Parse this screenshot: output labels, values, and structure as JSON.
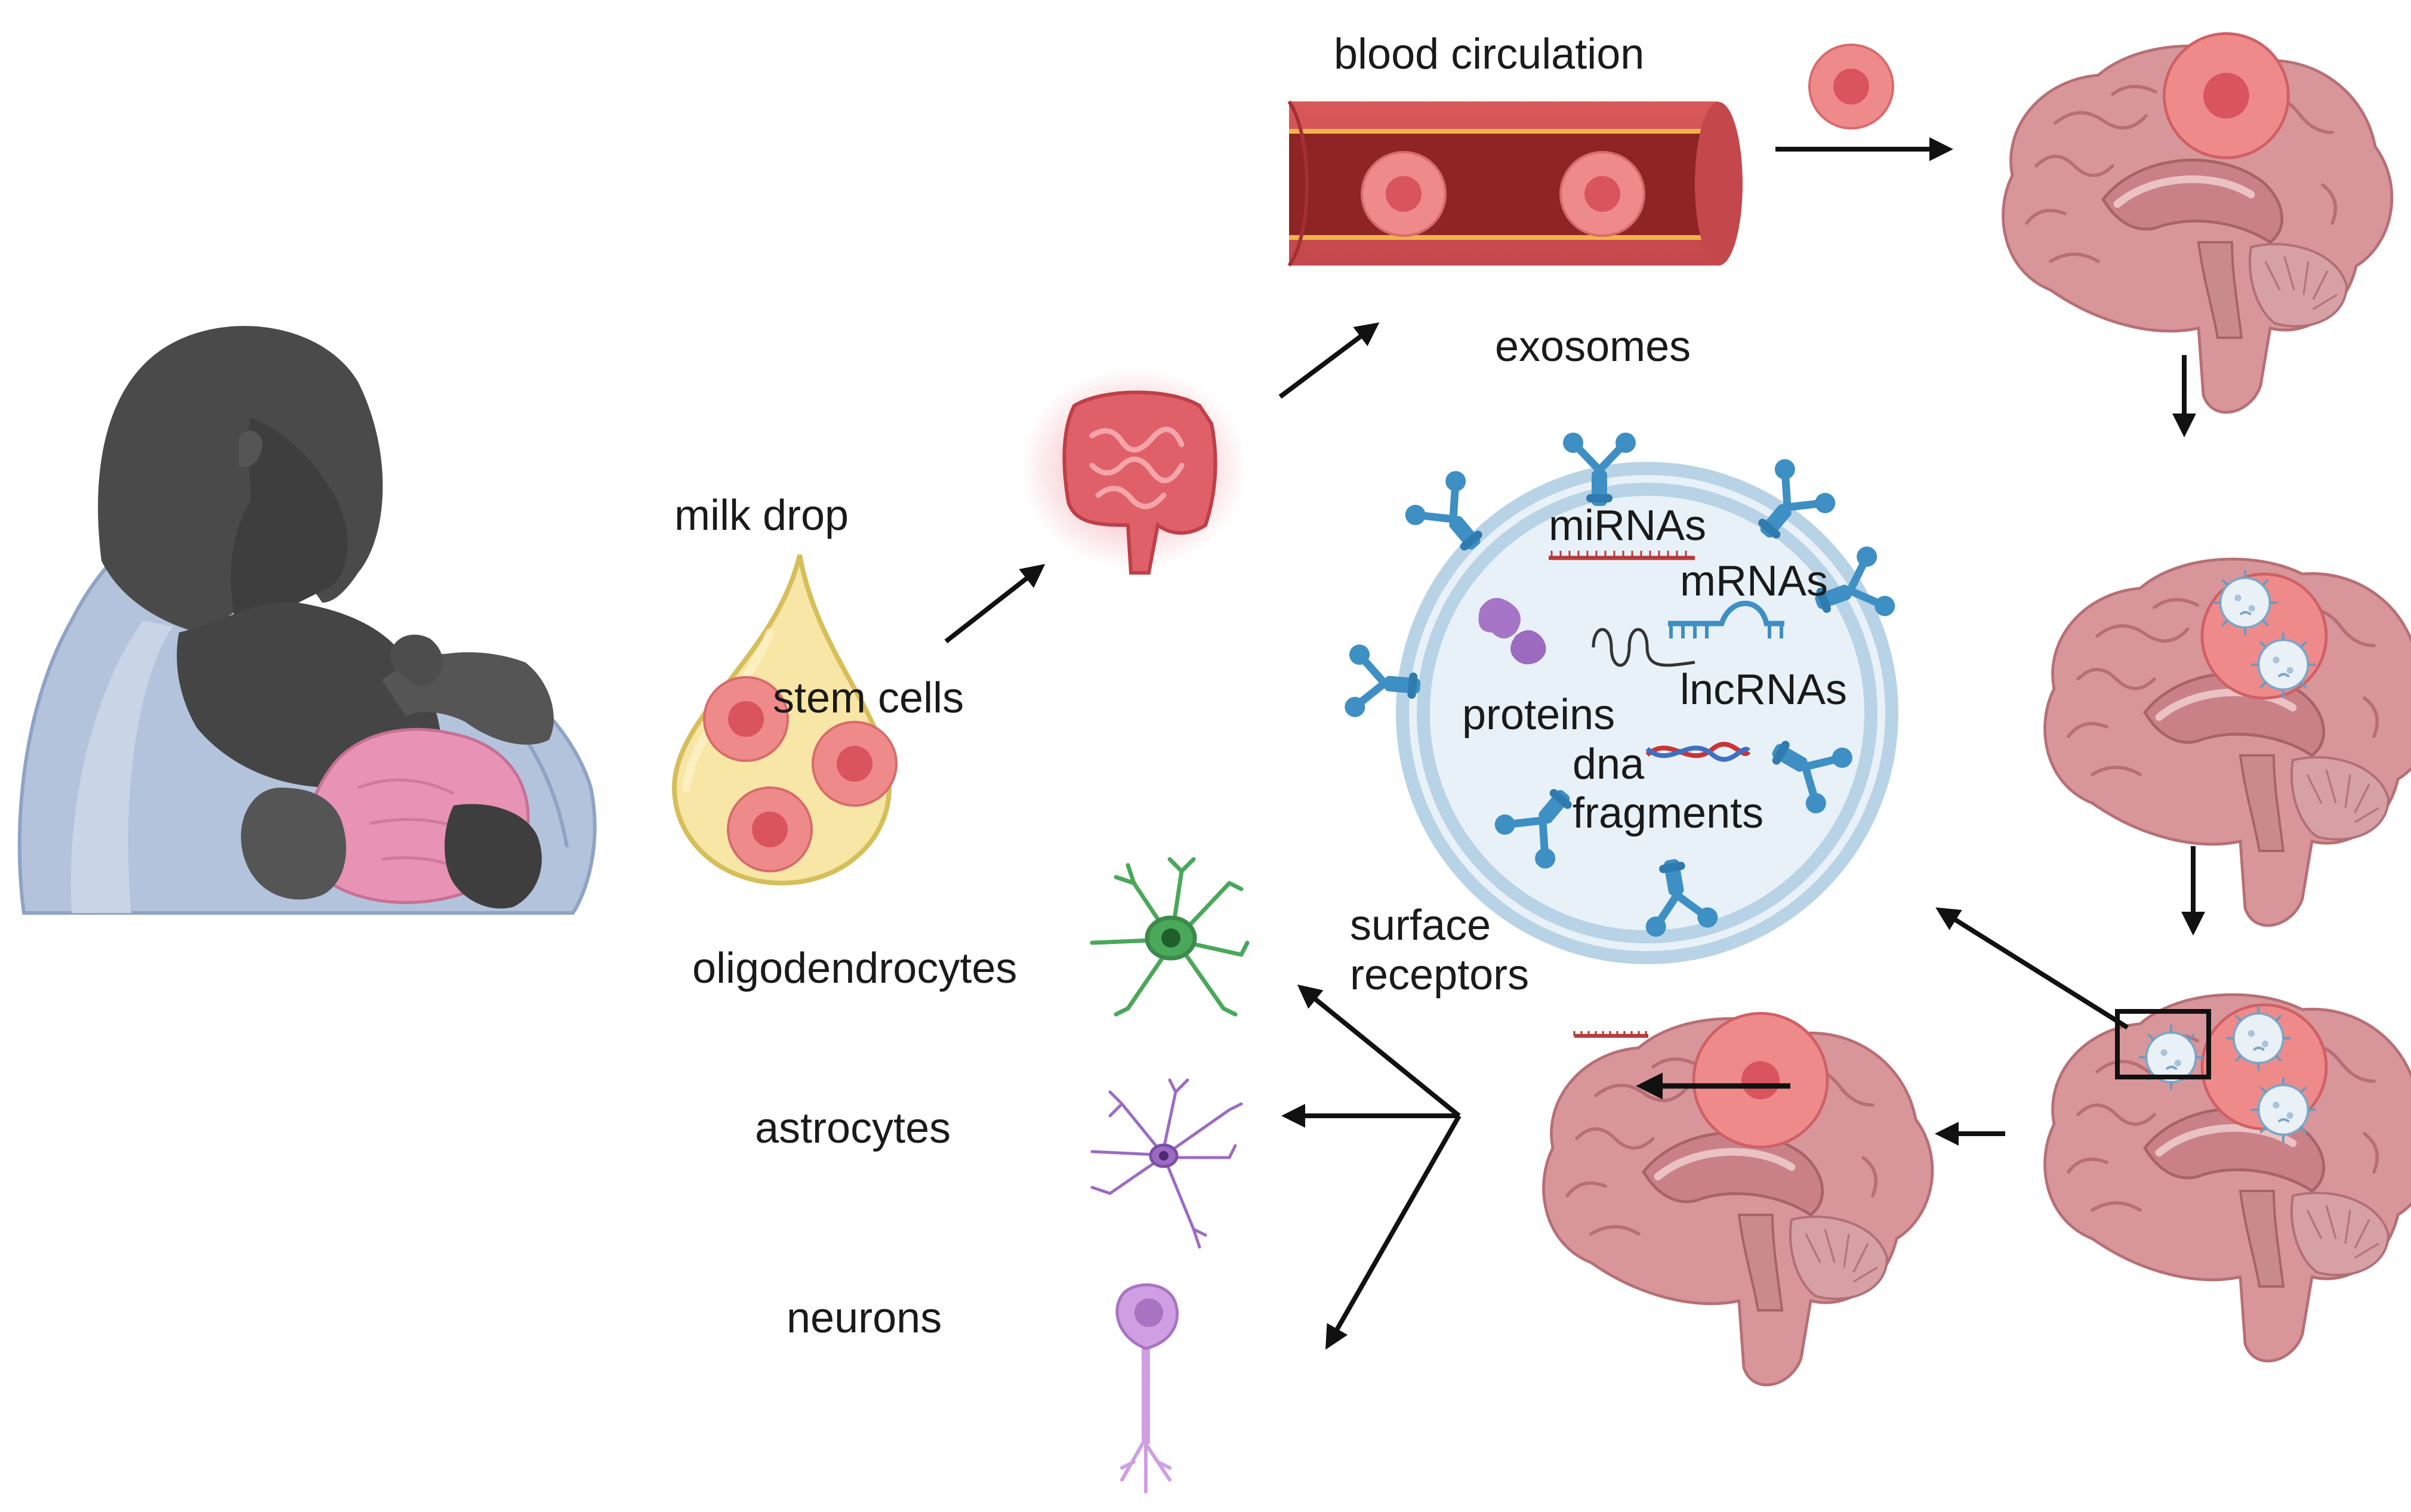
{
  "labels": {
    "blood_circulation": "blood circulation",
    "exosomes": "exosomes",
    "milk_drop": "milk drop",
    "stem_cells": "stem cells",
    "mirnas": "miRNAs",
    "mrnas": "mRNAs",
    "proteins": "proteins",
    "lncrnas": "lncRNAs",
    "dna": "dna",
    "fragments": "fragments",
    "surface": "surface",
    "receptors": "receptors",
    "oligodendrocytes": "oligodendrocytes",
    "astrocytes": "astrocytes",
    "neurons": "neurons"
  },
  "colors": {
    "stem_cell": "#ef8a8a",
    "stem_cell_nucleus": "#d9545d",
    "vessel": "#8e2424",
    "brain": "#d9969a",
    "exosome_membrane": "#b8d3e6",
    "receptor": "#3d8fc4",
    "mother_skin": "#4a4a4a",
    "shawl": "#b4c3dc",
    "baby_blanket": "#e892b5",
    "oligodendrocyte": "#4aa85a",
    "astrocyte": "#9b6bc4",
    "neuron": "#cf9ee3",
    "milk_drop": "#f7e6a6",
    "intestine": "#e0606a"
  },
  "icons": [
    "mother-breastfeeding-icon",
    "milk-drop-icon",
    "intestine-icon",
    "blood-vessel-icon",
    "brain-icon",
    "exosome-icon",
    "oligodendrocyte-icon",
    "astrocyte-icon",
    "neuron-icon"
  ]
}
